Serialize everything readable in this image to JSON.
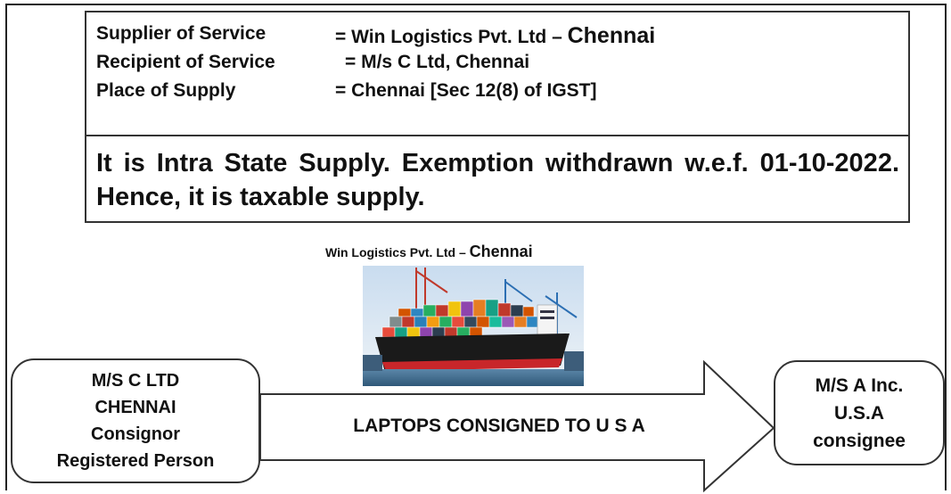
{
  "supply_details": {
    "rows": [
      {
        "label": "Supplier of Service",
        "value": "= Win Logistics Pvt. Ltd –",
        "value_emphasis": "Chennai"
      },
      {
        "label": "Recipient of Service",
        "value": "= M/s  C Ltd,  Chennai",
        "value_emphasis": ""
      },
      {
        "label": "Place of Supply",
        "value": "= Chennai [Sec 12(8) of IGST]",
        "value_emphasis": ""
      }
    ],
    "conclusion": "It is Intra State Supply. Exemption withdrawn w.e.f. 01-10-2022. Hence, it is taxable supply."
  },
  "transporter": {
    "caption": "Win Logistics Pvt. Ltd –",
    "caption_emphasis": "Chennai",
    "image": "container-ship-photo"
  },
  "consignor": {
    "lines": [
      "M/S C LTD",
      "CHENNAI",
      "Consignor",
      "Registered Person"
    ]
  },
  "flow": {
    "label": "LAPTOPS CONSIGNED TO U S A"
  },
  "consignee": {
    "lines": [
      "M/S A Inc.",
      "U.S.A",
      "consignee"
    ]
  },
  "colors": {
    "border": "#333333",
    "hull": "#1a1a1a",
    "hull_bottom": "#c8262a",
    "sea": "#3f6f95",
    "sky": "#d9e6f2"
  }
}
